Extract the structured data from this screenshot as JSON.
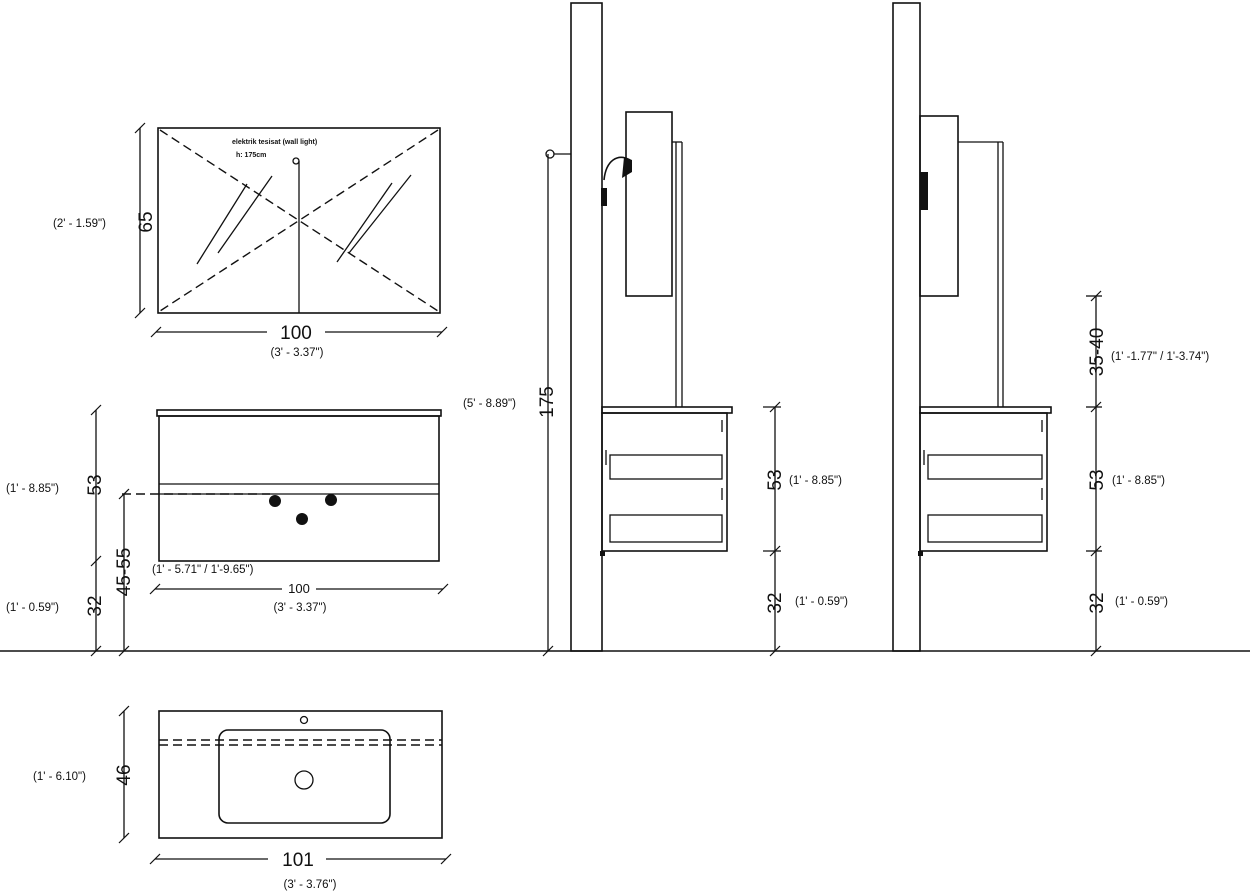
{
  "mirror_front": {
    "note_line1": "elektrik tesisat  (wall light)",
    "note_line2": "h: 175cm",
    "width_cm": "100",
    "width_imperial": "(3' - 3.37\")",
    "height_cm": "65",
    "height_imperial": "(2' - 1.59\")"
  },
  "cabinet_front": {
    "height_cm": "53",
    "height_imperial": "(1' - 8.85\")",
    "pipe_height_cm": "45-55",
    "pipe_height_imperial": "(1' - 5.71\" / 1'-9.65\")",
    "floor_clearance_cm": "32",
    "floor_clearance_imperial": "(1' - 0.59\")",
    "width_cm": "100",
    "width_imperial": "(3' - 3.37\")"
  },
  "basin_top": {
    "depth_cm": "46",
    "depth_imperial": "(1' - 6.10\")",
    "width_cm": "101",
    "width_imperial": "(3' - 3.76\")"
  },
  "side_view_light": {
    "light_height_cm": "175",
    "light_height_imperial": "(5' - 8.89\")",
    "cabinet_height_cm": "53",
    "cabinet_height_imperial": "(1' - 8.85\")",
    "floor_clearance_cm": "32",
    "floor_clearance_imperial": "(1' - 0.59\")"
  },
  "side_view_mirror": {
    "gap_cm": "35-40",
    "gap_imperial": "(1' -1.77\" / 1'-3.74\")",
    "cabinet_height_cm": "53",
    "cabinet_height_imperial": "(1' - 8.85\")",
    "floor_clearance_cm": "32",
    "floor_clearance_imperial": "(1' - 0.59\")"
  }
}
